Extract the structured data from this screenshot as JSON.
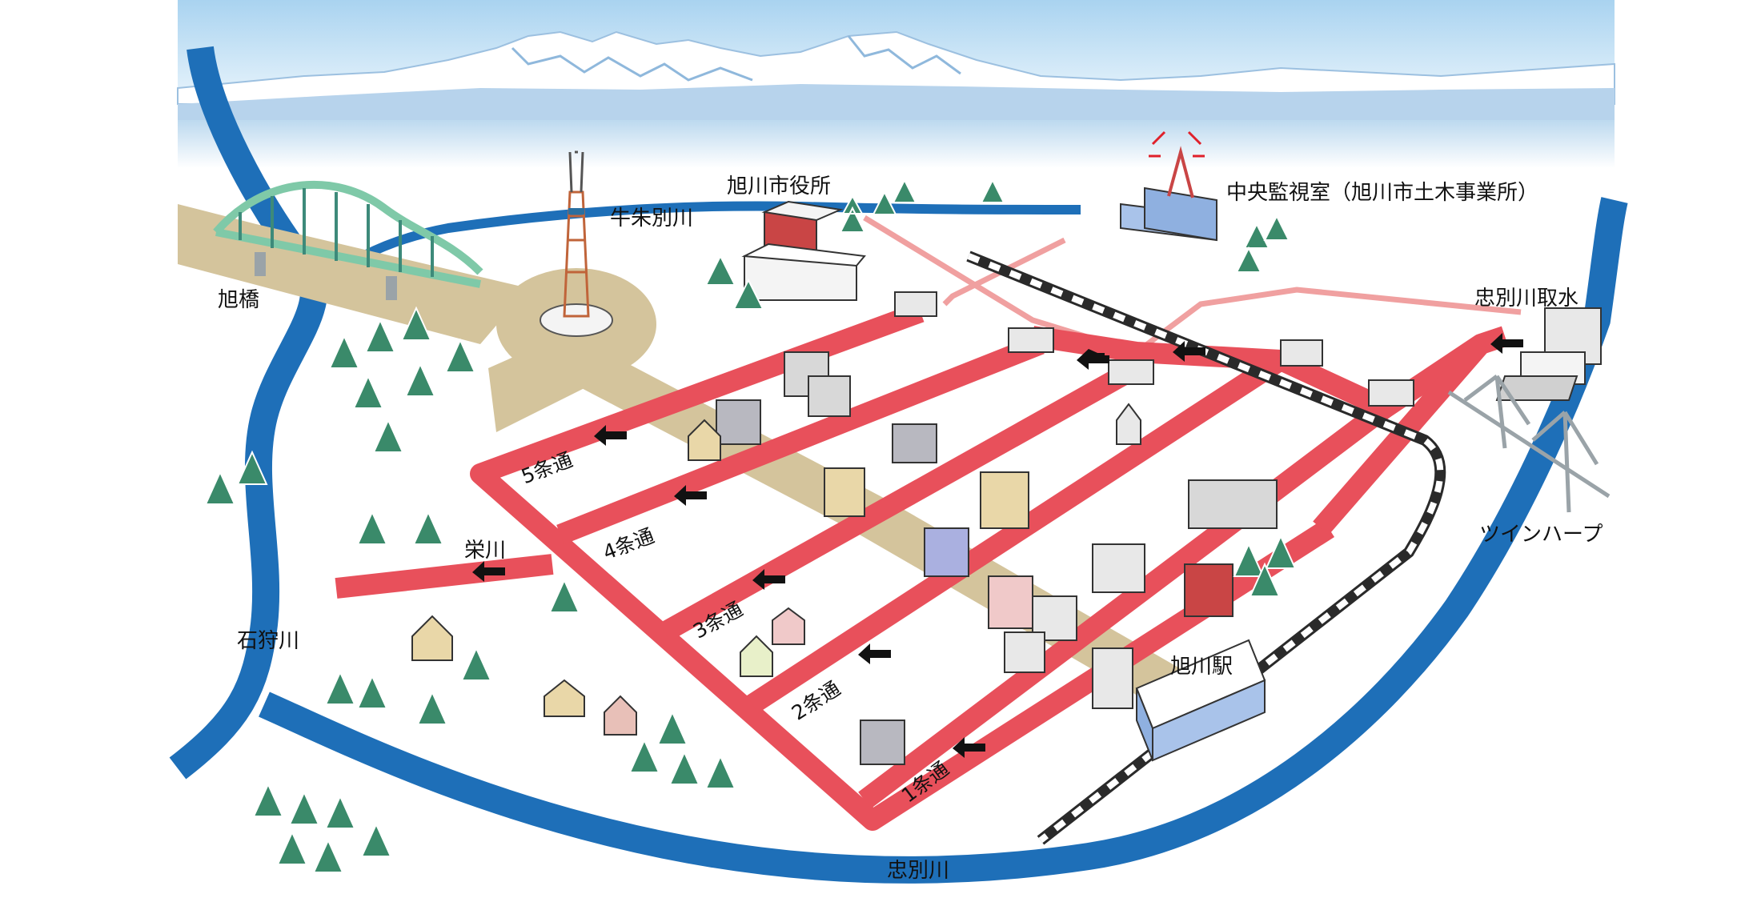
{
  "labels": {
    "asahibashi": "旭橋",
    "city_hall": "旭川市役所",
    "ushishubetsu_river": "牛朱別川",
    "control_room": "中央監視室（旭川市土木事業所）",
    "chubetsu_intake": "忠別川取水",
    "twin_harp": "ツインハープ",
    "sakae_river": "栄川",
    "ishikari_river": "石狩川",
    "asahikawa_station": "旭川駅",
    "chubetsu_river": "忠別川"
  },
  "roads": [
    {
      "name": "5条通"
    },
    {
      "name": "4条通"
    },
    {
      "name": "3条通"
    },
    {
      "name": "2条通"
    },
    {
      "name": "1条通"
    }
  ],
  "colors": {
    "sky": "#d9ecf8",
    "mountain_snow": "#ffffff",
    "mountain_shadow": "#a9c9e6",
    "river": "#1e6fb8",
    "road_heated": "#e8505b",
    "pipe_line": "#f0a0a0",
    "plaza": "#d4c49c",
    "railway": "#2a2a2a",
    "bridge": "#7fc9a8",
    "tree": "#3a8a6a",
    "ground": "#ffffff"
  },
  "icons": [
    "bridge-icon",
    "tower-icon",
    "antenna-icon",
    "building-icon",
    "house-icon",
    "tree-icon",
    "arrow-left-icon",
    "water-intake-icon",
    "cable-bridge-icon",
    "train-icon"
  ]
}
